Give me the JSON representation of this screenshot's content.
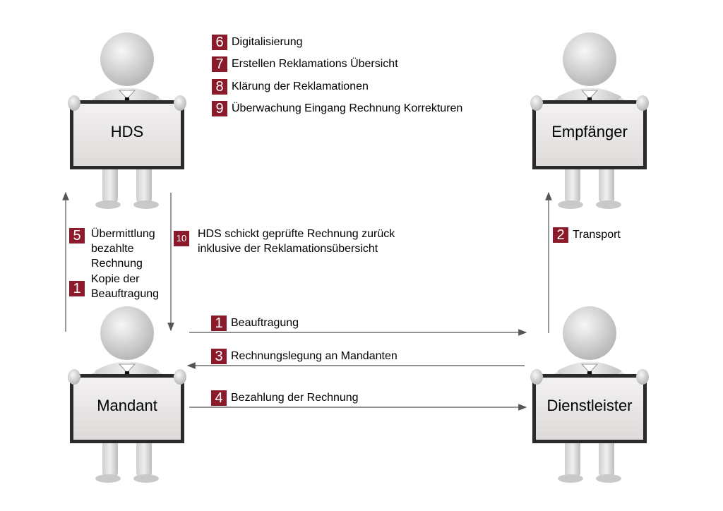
{
  "actors": {
    "hds": "HDS",
    "empfaenger": "Empfänger",
    "mandant": "Mandant",
    "dienstleister": "Dienstleister"
  },
  "top_steps": [
    {
      "num": "6",
      "text": "Digitalisierung"
    },
    {
      "num": "7",
      "text": "Erstellen Reklamations Übersicht"
    },
    {
      "num": "8",
      "text": "Klärung der Reklamationen"
    },
    {
      "num": "9",
      "text": "Überwachung Eingang Rechnung Korrekturen"
    }
  ],
  "step5": {
    "num": "5",
    "lines": [
      "Übermittlung",
      "bezahlte",
      "Rechnung"
    ]
  },
  "step1_left": {
    "num": "1",
    "lines": [
      "Kopie der",
      "Beauftragung"
    ]
  },
  "step10": {
    "num": "10",
    "lines": [
      "HDS schickt geprüfte Rechnung zurück",
      "inklusive der Reklamationsübersicht"
    ]
  },
  "step2": {
    "num": "2",
    "text": "Transport"
  },
  "flows": [
    {
      "num": "1",
      "text": "Beauftragung"
    },
    {
      "num": "3",
      "text": "Rechnungslegung an Mandanten"
    },
    {
      "num": "4",
      "text": "Bezahlung der Rechnung"
    }
  ],
  "colors": {
    "badge": "#8b1a2a",
    "figure": "#d9d9d9",
    "board": "#ebe8e8",
    "arrow": "#555555"
  }
}
